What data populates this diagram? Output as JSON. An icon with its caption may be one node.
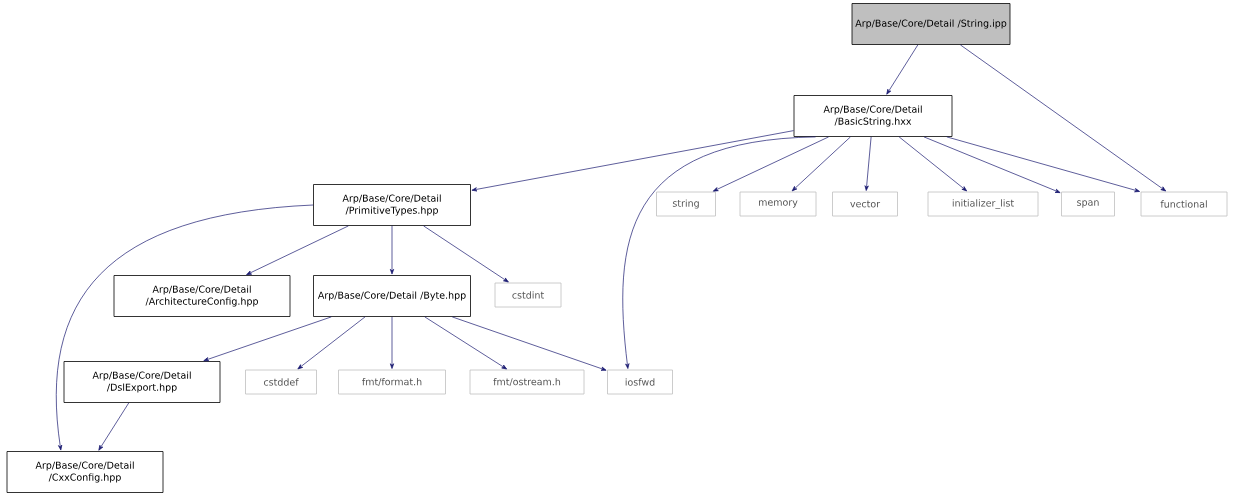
{
  "diagram": {
    "nodes": [
      {
        "text": [
          "Arp/Base/Core/Detail /String.ipp"
        ]
      },
      {
        "text": [
          "Arp/Base/Core/Detail /BasicString.hxx"
        ]
      },
      {
        "text": [
          "Arp/Base/Core/Detail /PrimitiveTypes.hpp"
        ]
      },
      {
        "text": [
          "string"
        ]
      },
      {
        "text": [
          "memory"
        ]
      },
      {
        "text": [
          "vector"
        ]
      },
      {
        "text": [
          "initializer_list"
        ]
      },
      {
        "text": [
          "span"
        ]
      },
      {
        "text": [
          "functional"
        ]
      },
      {
        "text": [
          "Arp/Base/Core/Detail /ArchitectureConfig.hpp"
        ]
      },
      {
        "text": [
          "Arp/Base/Core/Detail /Byte.hpp"
        ]
      },
      {
        "text": [
          "cstdint"
        ]
      },
      {
        "text": [
          "Arp/Base/Core/Detail /DslExport.hpp"
        ]
      },
      {
        "text": [
          "cstddef"
        ]
      },
      {
        "text": [
          "fmt/format.h"
        ]
      },
      {
        "text": [
          "fmt/ostream.h"
        ]
      },
      {
        "text": [
          "iosfwd"
        ]
      },
      {
        "text": [
          "Arp/Base/Core/Detail /CxxConfig.hpp"
        ]
      }
    ],
    "edges": [
      {
        "from": 0,
        "to": 1,
        "arrow": "to"
      },
      {
        "from": 0,
        "to": 8,
        "arrow": "to"
      },
      {
        "from": 1,
        "to": 2,
        "arrow": "to"
      },
      {
        "from": 1,
        "to": 16,
        "arrow": "to"
      },
      {
        "from": 1,
        "to": 3,
        "arrow": "to"
      },
      {
        "from": 1,
        "to": 4,
        "arrow": "to"
      },
      {
        "from": 1,
        "to": 5,
        "arrow": "to"
      },
      {
        "from": 1,
        "to": 6,
        "arrow": "to"
      },
      {
        "from": 1,
        "to": 7,
        "arrow": "to"
      },
      {
        "from": 1,
        "to": 8,
        "arrow": "to"
      },
      {
        "from": 2,
        "to": 17,
        "arrow": "to"
      },
      {
        "from": 2,
        "to": 9,
        "arrow": "to"
      },
      {
        "from": 2,
        "to": 10,
        "arrow": "to"
      },
      {
        "from": 2,
        "to": 11,
        "arrow": "to"
      },
      {
        "from": 10,
        "to": 12,
        "arrow": "to"
      },
      {
        "from": 10,
        "to": 13,
        "arrow": "to"
      },
      {
        "from": 10,
        "to": 14,
        "arrow": "to"
      },
      {
        "from": 10,
        "to": 15,
        "arrow": "to"
      },
      {
        "from": 10,
        "to": 16,
        "arrow": "to"
      },
      {
        "from": 12,
        "to": 17,
        "arrow": "to"
      }
    ]
  }
}
